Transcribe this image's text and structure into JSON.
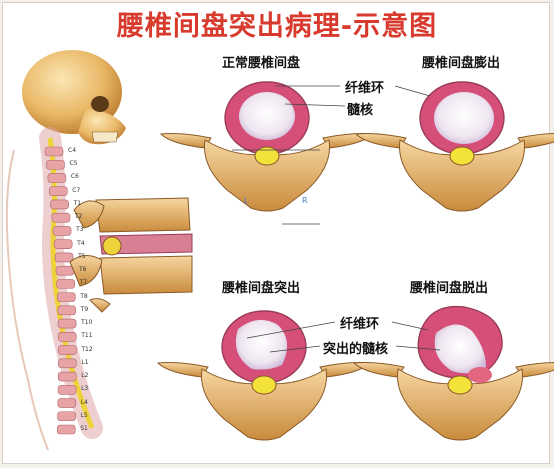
{
  "title": "腰椎间盘突出病理-示意图",
  "panels": {
    "normal": "正常腰椎间盘",
    "bulge": "腰椎间盘膨出",
    "protrusion": "腰椎间盘突出",
    "extrusion": "腰椎间盘脱出"
  },
  "labels": {
    "annulus_top": "纤维环",
    "nucleus_top": "髓核",
    "annulus_bottom": "纤维环",
    "herniated_nucleus": "突出的髓核"
  },
  "direction_marks": {
    "left": "L",
    "right": "R"
  },
  "spine_levels": [
    "C4",
    "C5",
    "C6",
    "C7",
    "T1",
    "T2",
    "T3",
    "T4",
    "T5",
    "T6",
    "T7",
    "T8",
    "T9",
    "T10",
    "T11",
    "T12",
    "L1",
    "L2",
    "L3",
    "L4",
    "L5",
    "S1"
  ],
  "colors": {
    "title": "#d93a2e",
    "bone": "#e8b05a",
    "disc_outer": "#d64f79",
    "nucleus": "#f2eef4",
    "spinal_cord": "#f2e23a"
  }
}
